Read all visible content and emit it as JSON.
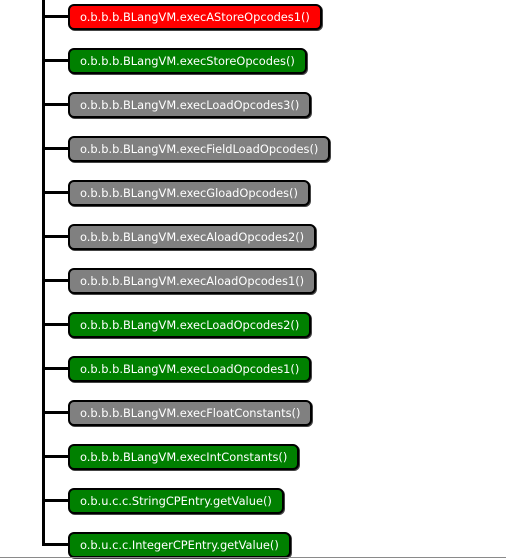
{
  "colors": {
    "red": "#ff0000",
    "green": "#008000",
    "grey": "#808080",
    "connector": "#000000"
  },
  "nodes": [
    {
      "label": "o.b.b.b.BLangVM.execAStoreOpcodes1()",
      "color": "red"
    },
    {
      "label": "o.b.b.b.BLangVM.execStoreOpcodes()",
      "color": "green"
    },
    {
      "label": "o.b.b.b.BLangVM.execLoadOpcodes3()",
      "color": "grey"
    },
    {
      "label": "o.b.b.b.BLangVM.execFieldLoadOpcodes()",
      "color": "grey"
    },
    {
      "label": "o.b.b.b.BLangVM.execGloadOpcodes()",
      "color": "grey"
    },
    {
      "label": "o.b.b.b.BLangVM.execAloadOpcodes2()",
      "color": "grey"
    },
    {
      "label": "o.b.b.b.BLangVM.execAloadOpcodes1()",
      "color": "grey"
    },
    {
      "label": "o.b.b.b.BLangVM.execLoadOpcodes2()",
      "color": "green"
    },
    {
      "label": "o.b.b.b.BLangVM.execLoadOpcodes1()",
      "color": "green"
    },
    {
      "label": "o.b.b.b.BLangVM.execFloatConstants()",
      "color": "grey"
    },
    {
      "label": "o.b.b.b.BLangVM.execIntConstants()",
      "color": "green"
    },
    {
      "label": "o.b.u.c.c.StringCPEntry.getValue()",
      "color": "green"
    },
    {
      "label": "o.b.u.c.c.IntegerCPEntry.getValue()",
      "color": "green"
    }
  ]
}
